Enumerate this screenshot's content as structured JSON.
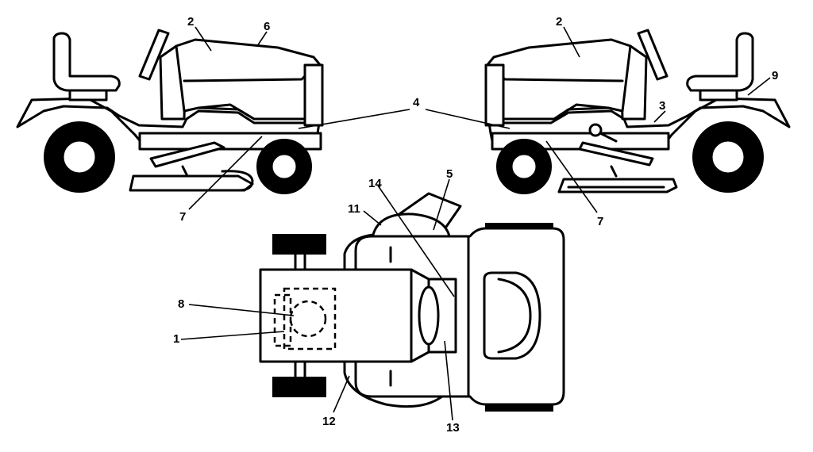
{
  "callouts": {
    "c1": "1",
    "c2a": "2",
    "c2b": "2",
    "c3": "3",
    "c4": "4",
    "c5": "5",
    "c6": "6",
    "c7a": "7",
    "c7b": "7",
    "c8": "8",
    "c9": "9",
    "c11": "11",
    "c12": "12",
    "c13": "13",
    "c14": "14"
  }
}
